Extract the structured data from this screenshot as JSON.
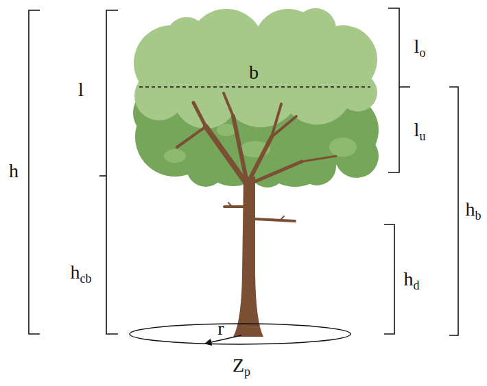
{
  "diagram": {
    "nodes": [
      {
        "text": [
          "r",
          "Zp"
        ]
      }
    ],
    "labels": [
      "h",
      "l",
      "lo",
      "b",
      "lu",
      "hcb",
      "hb",
      "hd"
    ]
  }
}
